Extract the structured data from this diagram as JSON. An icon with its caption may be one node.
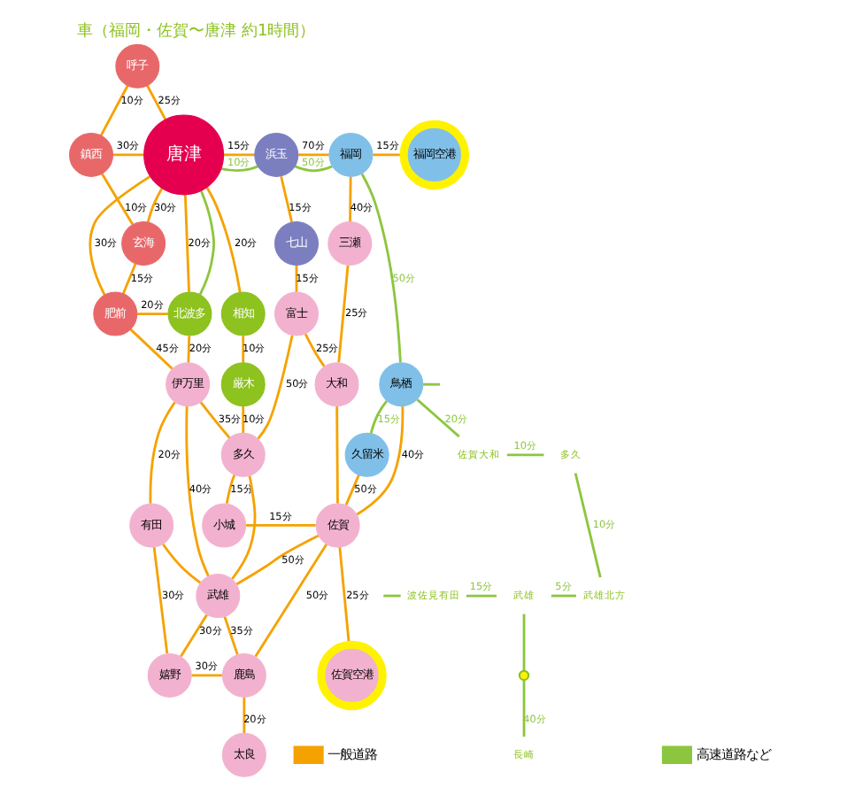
{
  "diagram": {
    "title": "車（福岡・佐賀〜唐津 約1時間）",
    "nodes": [
      {
        "text": [
          "呼子"
        ]
      },
      {
        "text": [
          "鎮西"
        ]
      },
      {
        "text": [
          "玄海"
        ]
      },
      {
        "text": [
          "肥前"
        ]
      },
      {
        "text": [
          "唐津"
        ]
      },
      {
        "text": [
          "浜玉"
        ]
      },
      {
        "text": [
          "七山"
        ]
      },
      {
        "text": [
          "福岡"
        ]
      },
      {
        "text": [
          "福岡空港"
        ]
      },
      {
        "text": [
          "北波多"
        ]
      },
      {
        "text": [
          "相知"
        ]
      },
      {
        "text": [
          "厳木"
        ]
      },
      {
        "text": [
          "富士"
        ]
      },
      {
        "text": [
          "三瀬"
        ]
      },
      {
        "text": [
          "伊万里"
        ]
      },
      {
        "text": [
          "多久"
        ]
      },
      {
        "text": [
          "大和"
        ]
      },
      {
        "text": [
          "鳥栖"
        ]
      },
      {
        "text": [
          "久留米"
        ]
      },
      {
        "text": [
          "小城"
        ]
      },
      {
        "text": [
          "有田"
        ]
      },
      {
        "text": [
          "武雄"
        ]
      },
      {
        "text": [
          "佐賀"
        ]
      },
      {
        "text": [
          "佐賀空港"
        ]
      },
      {
        "text": [
          "嬉野"
        ]
      },
      {
        "text": [
          "鹿島"
        ]
      },
      {
        "text": [
          "太良"
        ]
      },
      {
        "text": [
          "多久"
        ]
      },
      {
        "text": [
          "佐賀大和"
        ]
      },
      {
        "text": [
          "武雄北方"
        ]
      },
      {
        "text": [
          "武雄"
        ]
      },
      {
        "text": [
          "波佐見有田"
        ]
      },
      {
        "text": [],
        "shape": "circle"
      },
      {
        "text": [
          "長崎"
        ]
      }
    ],
    "edges": [
      {
        "from": 0,
        "to": 1,
        "arrow": "none",
        "label": "10分"
      },
      {
        "from": 0,
        "to": 4,
        "arrow": "none",
        "label": "25分"
      },
      {
        "from": 1,
        "to": 4,
        "arrow": "none",
        "label": "30分"
      },
      {
        "from": 1,
        "to": 2,
        "arrow": "none",
        "label": "10分"
      },
      {
        "from": 2,
        "to": 4,
        "arrow": "none",
        "label": "30分"
      },
      {
        "from": 2,
        "to": 3,
        "arrow": "none",
        "label": "15分"
      },
      {
        "from": 3,
        "to": 4,
        "arrow": "none",
        "label": "30分"
      },
      {
        "from": 3,
        "to": 9,
        "arrow": "none",
        "label": "20分"
      },
      {
        "from": 3,
        "to": 14,
        "arrow": "none",
        "label": "45分"
      },
      {
        "from": 4,
        "to": 9,
        "arrow": "none",
        "label": "20分"
      },
      {
        "from": 4,
        "to": 9,
        "arrow": "none",
        "color": "#8cc63f"
      },
      {
        "from": 4,
        "to": 5,
        "arrow": "none",
        "label": "15分"
      },
      {
        "from": 4,
        "to": 5,
        "arrow": "none",
        "label": "10分",
        "color": "#8cc63f"
      },
      {
        "from": 5,
        "to": 7,
        "arrow": "none",
        "label": "70分"
      },
      {
        "from": 5,
        "to": 7,
        "arrow": "none",
        "label": "50分",
        "color": "#8cc63f"
      },
      {
        "from": 5,
        "to": 6,
        "arrow": "none",
        "label": "15分"
      },
      {
        "from": 6,
        "to": 12,
        "arrow": "none",
        "label": "15分"
      },
      {
        "from": 4,
        "to": 10,
        "arrow": "none",
        "label": "20分"
      },
      {
        "from": 10,
        "to": 11,
        "arrow": "none",
        "label": "10分"
      },
      {
        "from": 11,
        "to": 15,
        "arrow": "none",
        "label": "10分"
      },
      {
        "from": 9,
        "to": 14,
        "arrow": "none",
        "label": "20分"
      },
      {
        "from": 12,
        "to": 15,
        "arrow": "none",
        "label": "50分"
      },
      {
        "from": 12,
        "to": 16,
        "arrow": "none",
        "label": "25分"
      },
      {
        "from": 13,
        "to": 16,
        "arrow": "none",
        "label": "25分"
      },
      {
        "from": 13,
        "to": 7,
        "arrow": "none",
        "label": "40分"
      },
      {
        "from": 7,
        "to": 8,
        "arrow": "none",
        "label": "15分"
      },
      {
        "from": 7,
        "to": 17,
        "arrow": "none",
        "label": "50分",
        "color": "#8cc63f"
      },
      {
        "from": 17,
        "to": null,
        "arrow": "none",
        "color": "#8cc63f"
      },
      {
        "from": 17,
        "to": 18,
        "arrow": "none",
        "label": "15分",
        "color": "#8cc63f"
      },
      {
        "from": 17,
        "to": 28,
        "arrow": "none",
        "label": "20分",
        "color": "#8cc63f"
      },
      {
        "from": 17,
        "to": 22,
        "arrow": "none",
        "label": "40分"
      },
      {
        "from": 28,
        "to": 27,
        "arrow": "none",
        "label": "10分",
        "color": "#8cc63f"
      },
      {
        "from": 16,
        "to": 22,
        "arrow": "none"
      },
      {
        "from": 15,
        "to": 19,
        "arrow": "none",
        "label": "15分"
      },
      {
        "from": 19,
        "to": 22,
        "arrow": "none",
        "label": "15分"
      },
      {
        "from": 27,
        "to": 29,
        "arrow": "none",
        "label": "10分",
        "color": "#8cc63f"
      },
      {
        "from": 15,
        "to": 21,
        "arrow": "none"
      },
      {
        "from": 14,
        "to": 15,
        "arrow": "none",
        "label": "35分"
      },
      {
        "from": 14,
        "to": 20,
        "arrow": "none",
        "label": "20分"
      },
      {
        "from": 14,
        "to": 21,
        "arrow": "none",
        "label": "40分"
      },
      {
        "from": 20,
        "to": 21,
        "arrow": "none"
      },
      {
        "from": 21,
        "to": 22,
        "arrow": "none",
        "label": "50分"
      },
      {
        "from": 21,
        "to": 25,
        "arrow": "none",
        "label": "35分"
      },
      {
        "from": 21,
        "to": 24,
        "arrow": "none",
        "label": "30分"
      },
      {
        "from": 20,
        "to": 24,
        "arrow": "none",
        "label": "30分"
      },
      {
        "from": 24,
        "to": 25,
        "arrow": "none",
        "label": "30分"
      },
      {
        "from": 25,
        "to": 22,
        "arrow": "none",
        "label": "50分"
      },
      {
        "from": 25,
        "to": 26,
        "arrow": "none",
        "label": "20分"
      },
      {
        "from": 22,
        "to": 18,
        "arrow": "none",
        "label": "50分"
      },
      {
        "from": 22,
        "to": 23,
        "arrow": "none",
        "label": "25分"
      },
      {
        "from": null,
        "to": 31,
        "arrow": "none",
        "color": "#8cc63f"
      },
      {
        "from": 31,
        "to": 30,
        "arrow": "none",
        "label": "15分",
        "color": "#8cc63f"
      },
      {
        "from": 30,
        "to": 29,
        "arrow": "none",
        "label": "5分",
        "color": "#8cc63f"
      },
      {
        "from": 30,
        "to": 32,
        "arrow": "none",
        "color": "#8cc63f"
      },
      {
        "from": 32,
        "to": 33,
        "arrow": "none",
        "label": "40分",
        "color": "#8cc63f"
      }
    ],
    "legend": [
      {
        "text": "一般道路",
        "color": "#f5a200"
      },
      {
        "text": "高速道路など",
        "color": "#8cc63f"
      }
    ]
  }
}
